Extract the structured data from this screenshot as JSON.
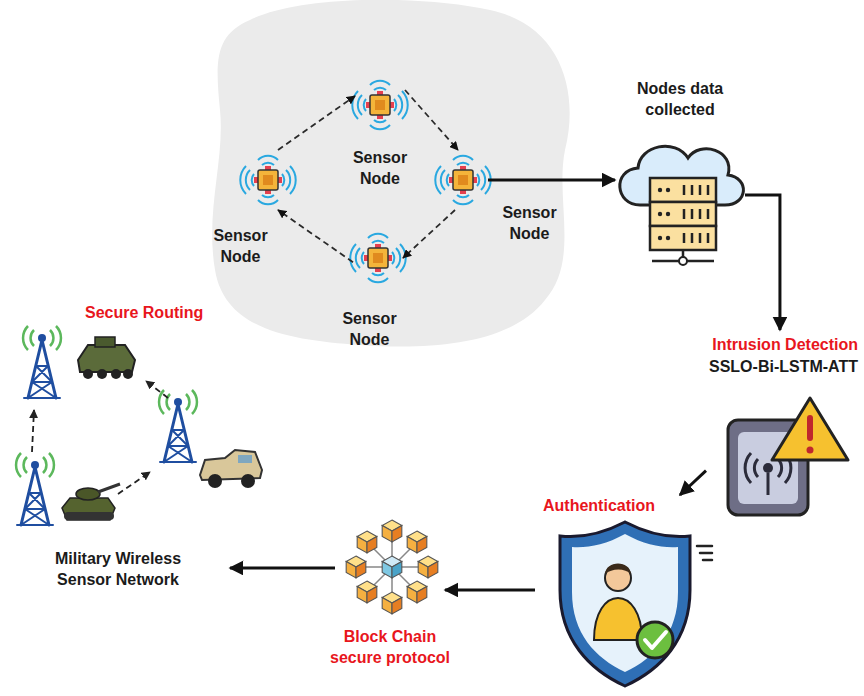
{
  "diagram": {
    "nodes": [
      {
        "text": [
          "Sensor Node"
        ]
      },
      {
        "text": [
          "Sensor Node"
        ]
      },
      {
        "text": [
          "Sensor Node"
        ]
      },
      {
        "text": [
          "Sensor Node"
        ]
      },
      {
        "text": [
          "Nodes data collected"
        ]
      },
      {
        "text": [
          "Intrusion Detection",
          "SSLO-Bi-LSTM-ATT"
        ]
      },
      {
        "text": [
          "Authentication"
        ]
      },
      {
        "text": [
          "Block Chain secure protocol"
        ]
      },
      {
        "text": [
          "Secure Routing",
          "Military Wireless Sensor Network"
        ]
      }
    ],
    "edges": [
      {
        "from": 0,
        "to": 1,
        "arrow": "to"
      },
      {
        "from": 1,
        "to": 2,
        "arrow": "to"
      },
      {
        "from": 2,
        "to": 3,
        "arrow": "to"
      },
      {
        "from": 3,
        "to": 0,
        "arrow": "to"
      },
      {
        "from": 1,
        "to": 4,
        "arrow": "to"
      },
      {
        "from": 4,
        "to": 5,
        "arrow": "to"
      },
      {
        "from": 5,
        "to": 6,
        "arrow": "to"
      },
      {
        "from": 6,
        "to": 7,
        "arrow": "to"
      },
      {
        "from": 7,
        "to": 8,
        "arrow": "to"
      }
    ]
  }
}
